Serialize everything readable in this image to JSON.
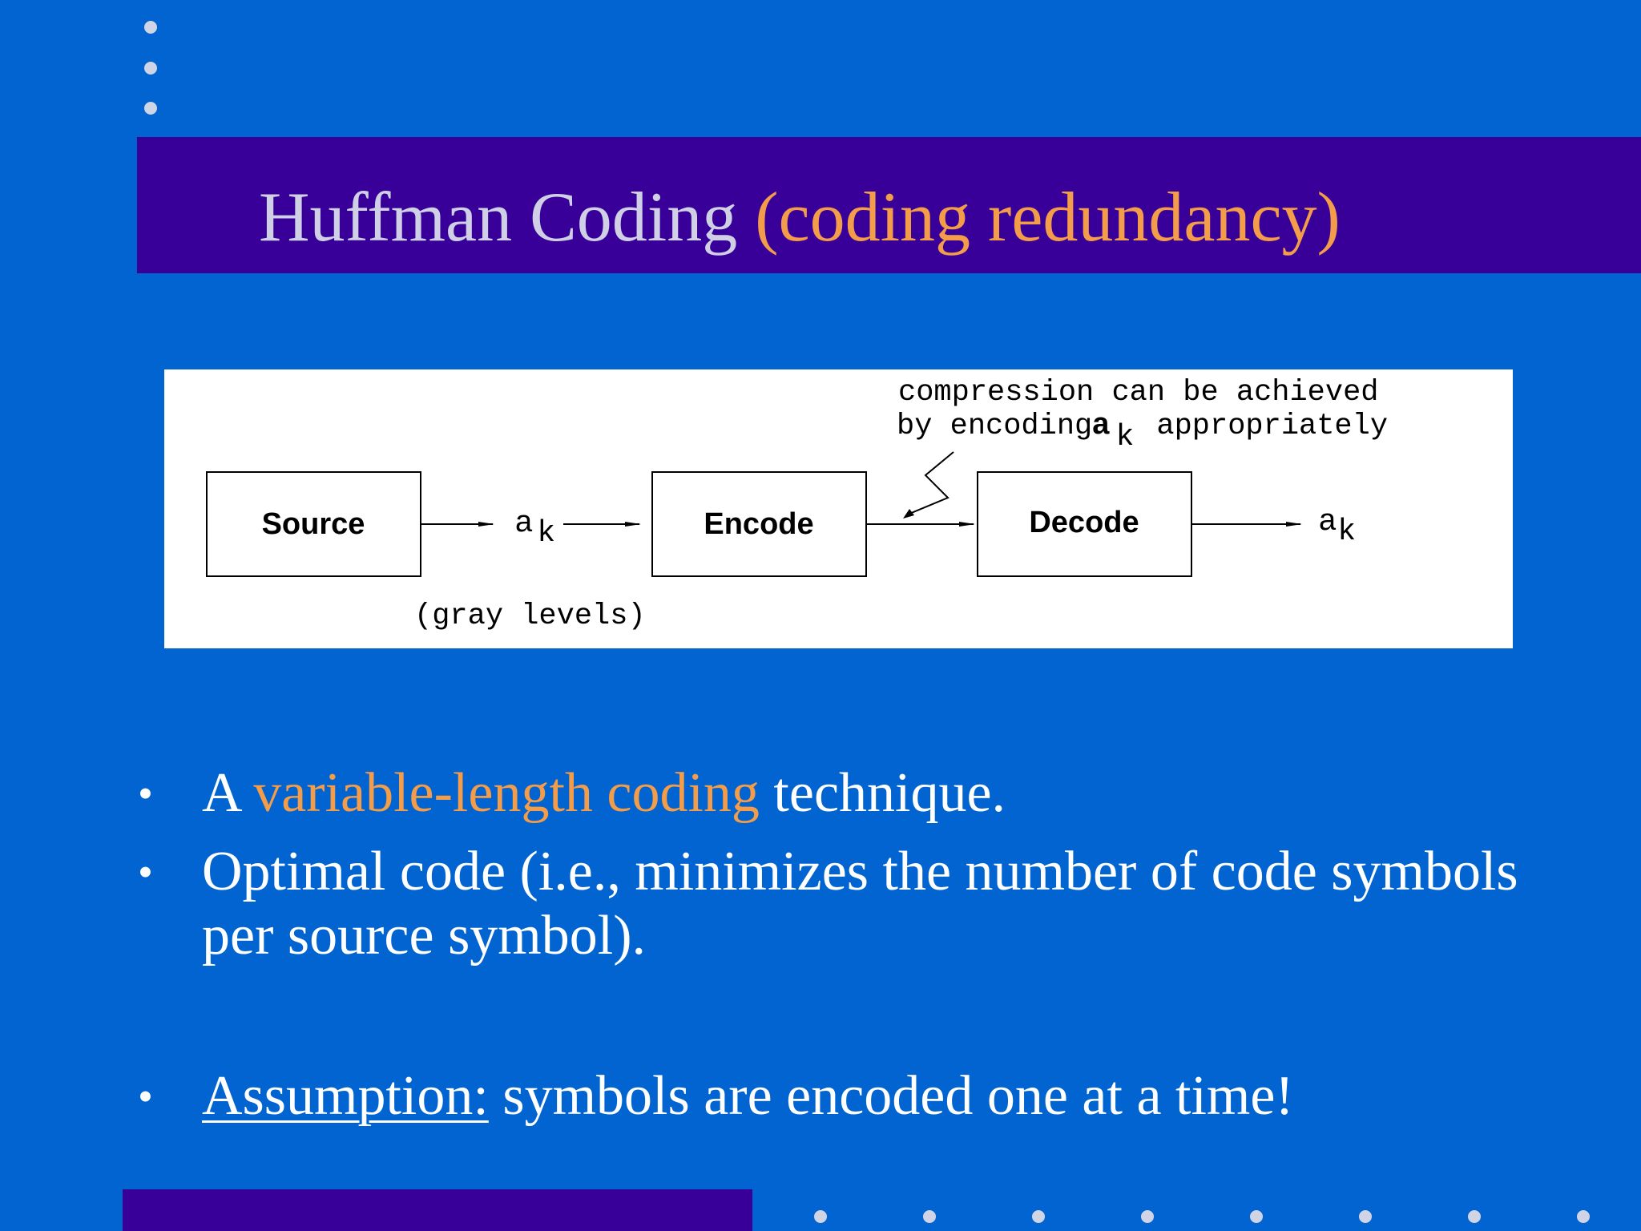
{
  "slide": {
    "title_main": "Huffman Coding",
    "title_accent": "(coding redundancy)"
  },
  "diagram": {
    "boxes": [
      "Source",
      "Encode",
      "Decode"
    ],
    "symbol_base": "a",
    "symbol_sub": "k",
    "annotation_line1": "compression can be achieved",
    "annotation_line2_pre": "by encoding",
    "annotation_line2_post": "appropriately",
    "input_note": "(gray levels)"
  },
  "bullets": [
    {
      "pre": "A",
      "highlight": "variable-length coding",
      "post": "technique."
    },
    {
      "text": "Optimal code (i.e., minimizes the number of code symbols per source symbol)."
    },
    {
      "label": "Assumption:",
      "text": "symbols are encoded one at a time!"
    }
  ],
  "bullet_glyph": "•",
  "colors": {
    "background": "#0164d0",
    "band": "#380099",
    "title": "#cfcfe6",
    "accent": "#f39c49",
    "dots": "#cfd4e6"
  }
}
